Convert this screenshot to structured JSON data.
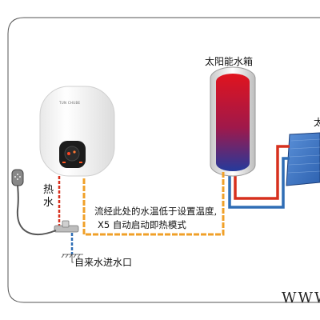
{
  "labels": {
    "solar_tank": "太阳能水箱",
    "collector_partial": "太",
    "hot_water_line1": "热",
    "hot_water_line2": "水",
    "note_line1": "流经此处的水温低于设置温度,",
    "note_line2": "X5 自动启动即热模式",
    "cold_inlet": "自来水进水口",
    "website_partial": "WWW",
    "heater_brand": "TUN CHUBE"
  },
  "colors": {
    "hot_pipe": "#d7301e",
    "cold_pipe": "#2f6db5",
    "mixed_pipe": "#f0a028",
    "tank_top": "#c8141e",
    "tank_bottom": "#2a3a9c",
    "panel": "#3c78c8",
    "frame": "#555555"
  }
}
